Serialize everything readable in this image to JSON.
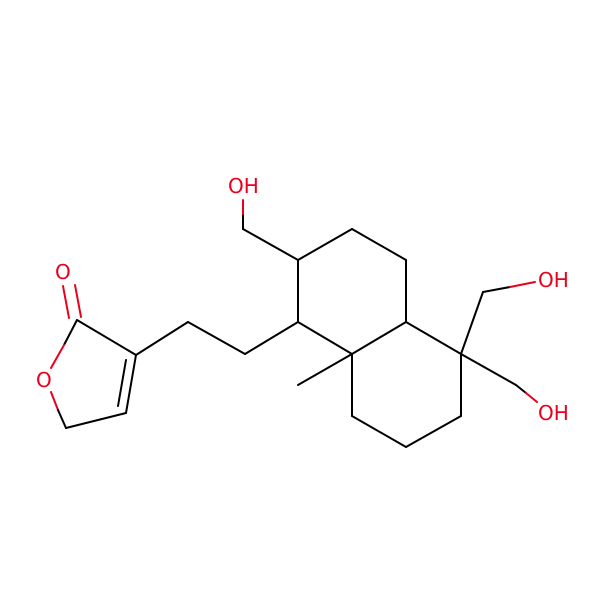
{
  "molecule": {
    "atom_labels": {
      "oh_top": "OH",
      "oh_right_upper": "OH",
      "oh_right_lower": "OH",
      "carbonyl_o": "O",
      "ring_o": "O"
    },
    "colors": {
      "bond": "#000000",
      "heteroatom": "#e8001c",
      "background": "#ffffff"
    }
  }
}
